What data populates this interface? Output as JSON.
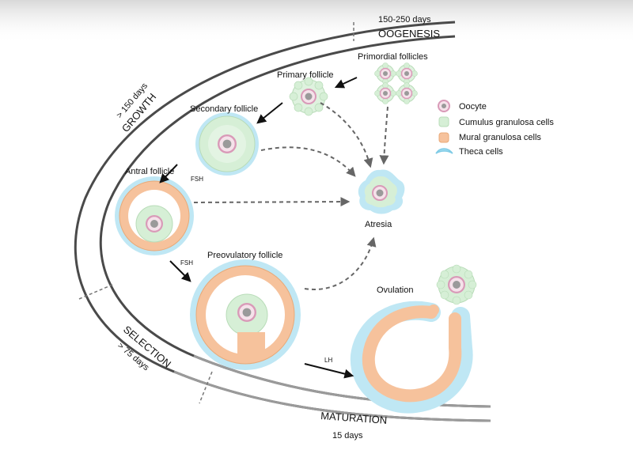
{
  "phases": {
    "oogenesis": {
      "label": "OOGENESIS",
      "duration": "150-250 days"
    },
    "growth": {
      "label": "GROWTH",
      "duration": "> 150 days"
    },
    "selection": {
      "label": "SELECTION",
      "duration": "> 75 days"
    },
    "maturation": {
      "label": "MATURATION",
      "duration": "15 days"
    }
  },
  "stages": {
    "primordial": "Primordial follicles",
    "primary": "Primary follicle",
    "secondary": "Secondary follicle",
    "antral": "Antral follicle",
    "preovulatory": "Preovulatory follicle",
    "ovulation": "Ovulation",
    "atresia": "Atresia"
  },
  "hormones": {
    "fsh_1": "FSH",
    "fsh_2": "FSH",
    "lh": "LH"
  },
  "legend": [
    {
      "label": "Oocyte",
      "color": "#e8b7cc"
    },
    {
      "label": "Cumulus granulosa cells",
      "color": "#d6efd6"
    },
    {
      "label": "Mural granulosa cells",
      "color": "#f6c29c"
    },
    {
      "label": "Theca cells",
      "color": "#9fdcf0"
    }
  ],
  "colors": {
    "oocyte_ring": "#e8b7cc",
    "oocyte_core": "#9a9a9a",
    "cumulus": "#d6efd6",
    "mural": "#f6c29c",
    "theca": "#a8def2"
  }
}
